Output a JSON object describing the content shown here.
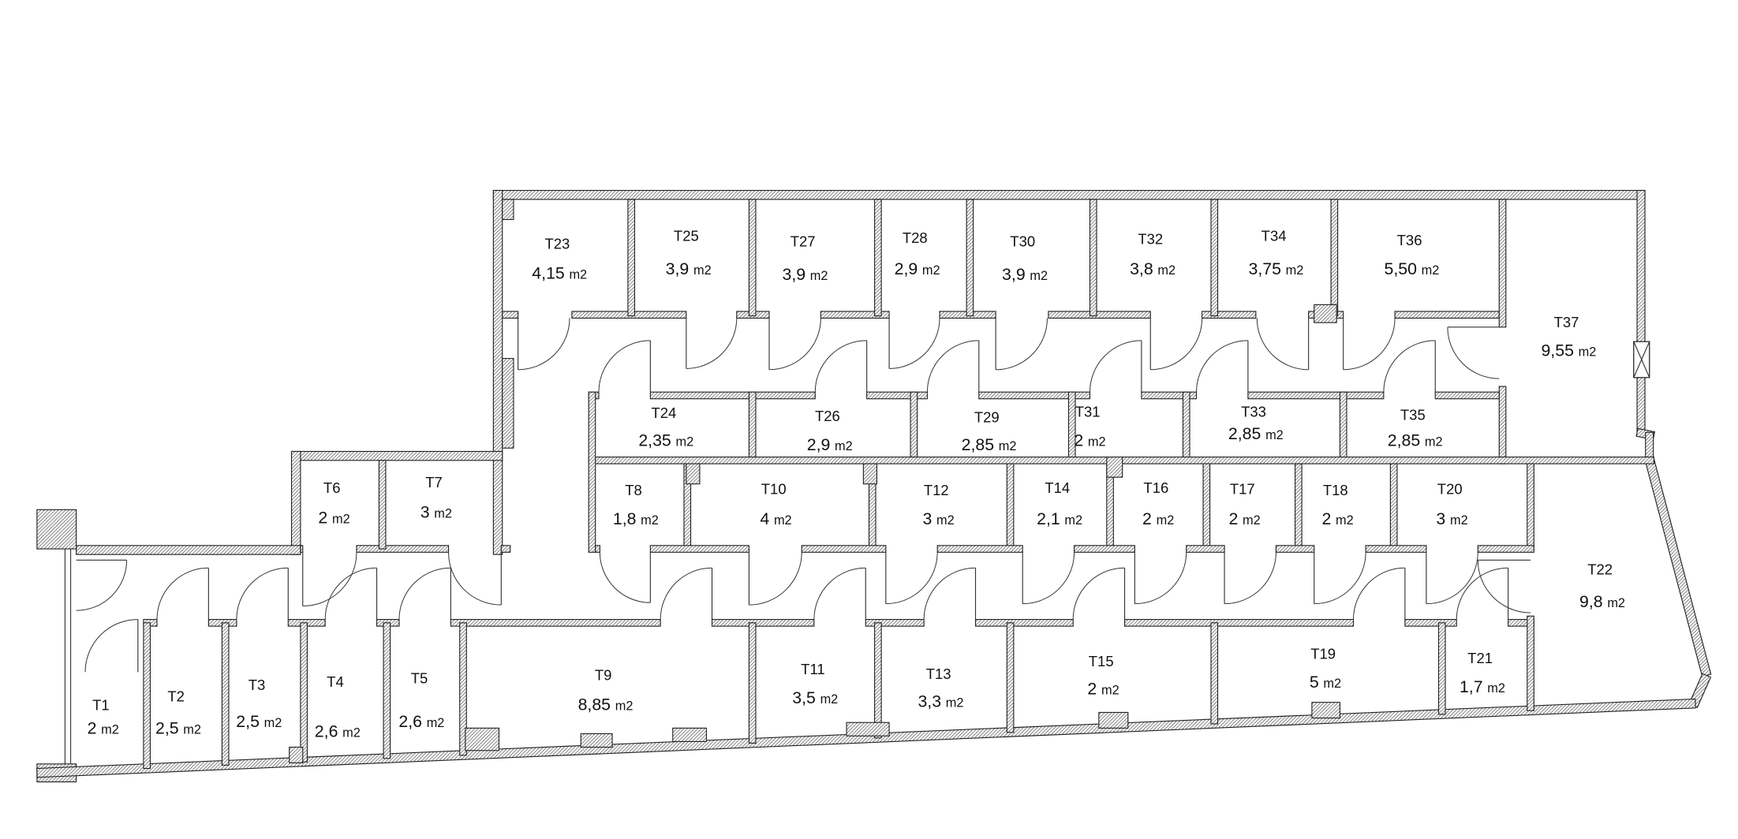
{
  "plan": {
    "colors": {
      "wall_hatch": "#555555",
      "wall_outline": "#222222",
      "background": "#ffffff"
    },
    "rooms": [
      {
        "id": "T1",
        "area": "2",
        "unit": "m2"
      },
      {
        "id": "T2",
        "area": "2,5",
        "unit": "m2"
      },
      {
        "id": "T3",
        "area": "2,5",
        "unit": "m2"
      },
      {
        "id": "T4",
        "area": "2,6",
        "unit": "m2"
      },
      {
        "id": "T5",
        "area": "2,6",
        "unit": "m2"
      },
      {
        "id": "T6",
        "area": "2",
        "unit": "m2"
      },
      {
        "id": "T7",
        "area": "3",
        "unit": "m2"
      },
      {
        "id": "T8",
        "area": "1,8",
        "unit": "m2"
      },
      {
        "id": "T9",
        "area": "8,85",
        "unit": "m2"
      },
      {
        "id": "T10",
        "area": "4",
        "unit": "m2"
      },
      {
        "id": "T11",
        "area": "3,5",
        "unit": "m2"
      },
      {
        "id": "T12",
        "area": "3",
        "unit": "m2"
      },
      {
        "id": "T13",
        "area": "3,3",
        "unit": "m2"
      },
      {
        "id": "T14",
        "area": "2,1",
        "unit": "m2"
      },
      {
        "id": "T15",
        "area": "2",
        "unit": "m2"
      },
      {
        "id": "T16",
        "area": "2",
        "unit": "m2"
      },
      {
        "id": "T17",
        "area": "2",
        "unit": "m2"
      },
      {
        "id": "T18",
        "area": "2",
        "unit": "m2"
      },
      {
        "id": "T19",
        "area": "5",
        "unit": "m2"
      },
      {
        "id": "T20",
        "area": "3",
        "unit": "m2"
      },
      {
        "id": "T21",
        "area": "1,7",
        "unit": "m2"
      },
      {
        "id": "T22",
        "area": "9,8",
        "unit": "m2"
      },
      {
        "id": "T23",
        "area": "4,15",
        "unit": "m2"
      },
      {
        "id": "T24",
        "area": "2,35",
        "unit": "m2"
      },
      {
        "id": "T25",
        "area": "3,9",
        "unit": "m2"
      },
      {
        "id": "T26",
        "area": "2,9",
        "unit": "m2"
      },
      {
        "id": "T27",
        "area": "3,9",
        "unit": "m2"
      },
      {
        "id": "T28",
        "area": "2,9",
        "unit": "m2"
      },
      {
        "id": "T29",
        "area": "2,85",
        "unit": "m2"
      },
      {
        "id": "T30",
        "area": "3,9",
        "unit": "m2"
      },
      {
        "id": "T31",
        "area": "2",
        "unit": "m2"
      },
      {
        "id": "T32",
        "area": "3,8",
        "unit": "m2"
      },
      {
        "id": "T33",
        "area": "2,85",
        "unit": "m2"
      },
      {
        "id": "T34",
        "area": "3,75",
        "unit": "m2"
      },
      {
        "id": "T35",
        "area": "2,85",
        "unit": "m2"
      },
      {
        "id": "T36",
        "area": "5,50",
        "unit": "m2"
      },
      {
        "id": "T37",
        "area": "9,55",
        "unit": "m2"
      }
    ]
  }
}
